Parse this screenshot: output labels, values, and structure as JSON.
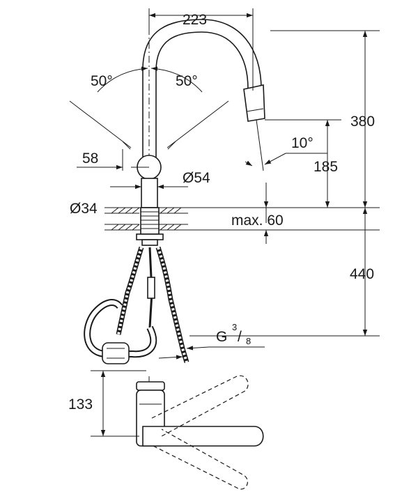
{
  "dimensions": {
    "spout_reach": "223",
    "left_angle": "50°",
    "right_angle": "50°",
    "spout_height": "380",
    "head_tilt": "10°",
    "outlet_height": "185",
    "lever_offset": "58",
    "body_diameter": "Ø54",
    "hole_diameter": "Ø34",
    "counter_thickness": "max. 60",
    "hose_length": "440",
    "connection_letter": "G",
    "connection_numerator": "3",
    "connection_denominator": "8",
    "top_view_height": "133"
  }
}
